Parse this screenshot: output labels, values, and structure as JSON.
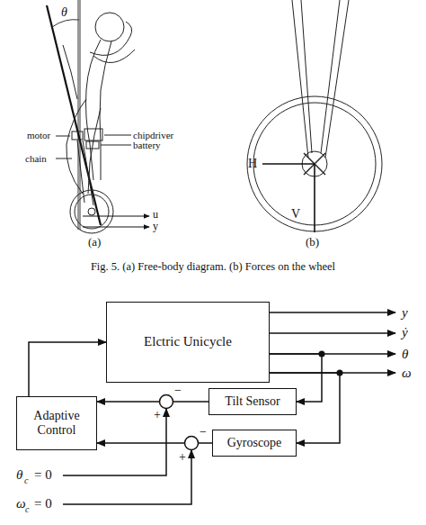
{
  "diagram": {
    "caption": "Fig. 5. (a) Free-body diagram. (b) Forces on the wheel",
    "nodes": [
      {
        "text": [
          "Elctric Unicycle"
        ]
      },
      {
        "text": [
          "Tilt Sensor"
        ]
      },
      {
        "text": [
          "Gyroscope"
        ]
      },
      {
        "text": [
          "Adaptive Control"
        ]
      }
    ],
    "edges": [
      {
        "from": 3,
        "to": 0,
        "arrow": "to"
      },
      {
        "from": 0,
        "to": 1,
        "arrow": "to"
      },
      {
        "from": 0,
        "to": 2,
        "arrow": "to"
      },
      {
        "from": 1,
        "to": 3,
        "arrow": "to"
      },
      {
        "from": 2,
        "to": 3,
        "arrow": "to"
      }
    ],
    "labels": [
      "θ",
      "motor",
      "chipdriver",
      "battery",
      "chain",
      "u",
      "y",
      "H",
      "V",
      "(a)",
      "(b)",
      "y",
      "ẏ",
      "θ",
      "ω",
      "−",
      "+",
      "−",
      "+",
      "θ",
      "c",
      "= 0",
      "ω",
      "c",
      "= 0"
    ]
  }
}
